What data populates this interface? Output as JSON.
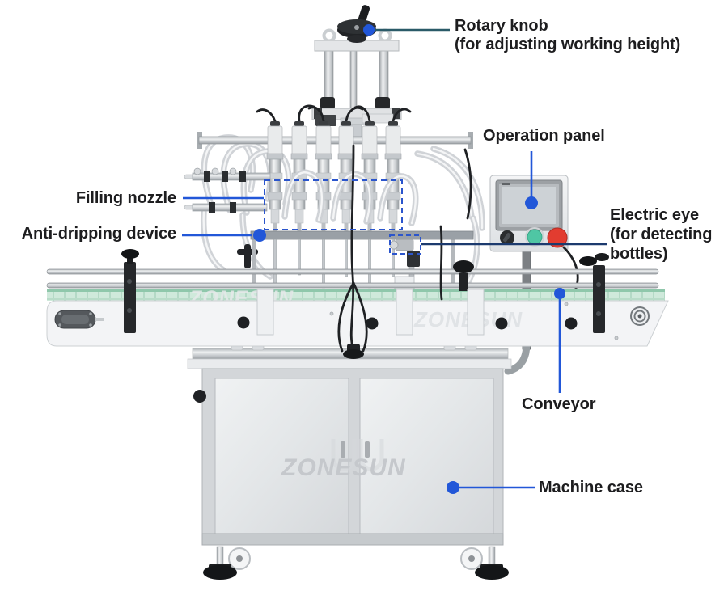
{
  "brand": {
    "watermark": "ZONESUN"
  },
  "callouts": {
    "rotary_knob": {
      "label": "Rotary knob",
      "note": "(for adjusting working height)"
    },
    "operation_panel": {
      "label": "Operation panel"
    },
    "filling_nozzle": {
      "label": "Filling nozzle"
    },
    "anti_dripping": {
      "label": "Anti-dripping device"
    },
    "electric_eye": {
      "label": "Electric eye",
      "note": "(for detecting bottles)"
    },
    "conveyor": {
      "label": "Conveyor"
    },
    "machine_case": {
      "label": "Machine case"
    }
  },
  "colors": {
    "callout_blue": "#2257d8",
    "callout_teal": "#2a5a68",
    "callout_navy": "#1c3a6e",
    "dashed_box_blue": "#2b55cc",
    "belt_green": "#cfe9db",
    "button_green": "#4fc6a4",
    "button_red": "#e23c30",
    "label_text": "#1d1d1f"
  }
}
